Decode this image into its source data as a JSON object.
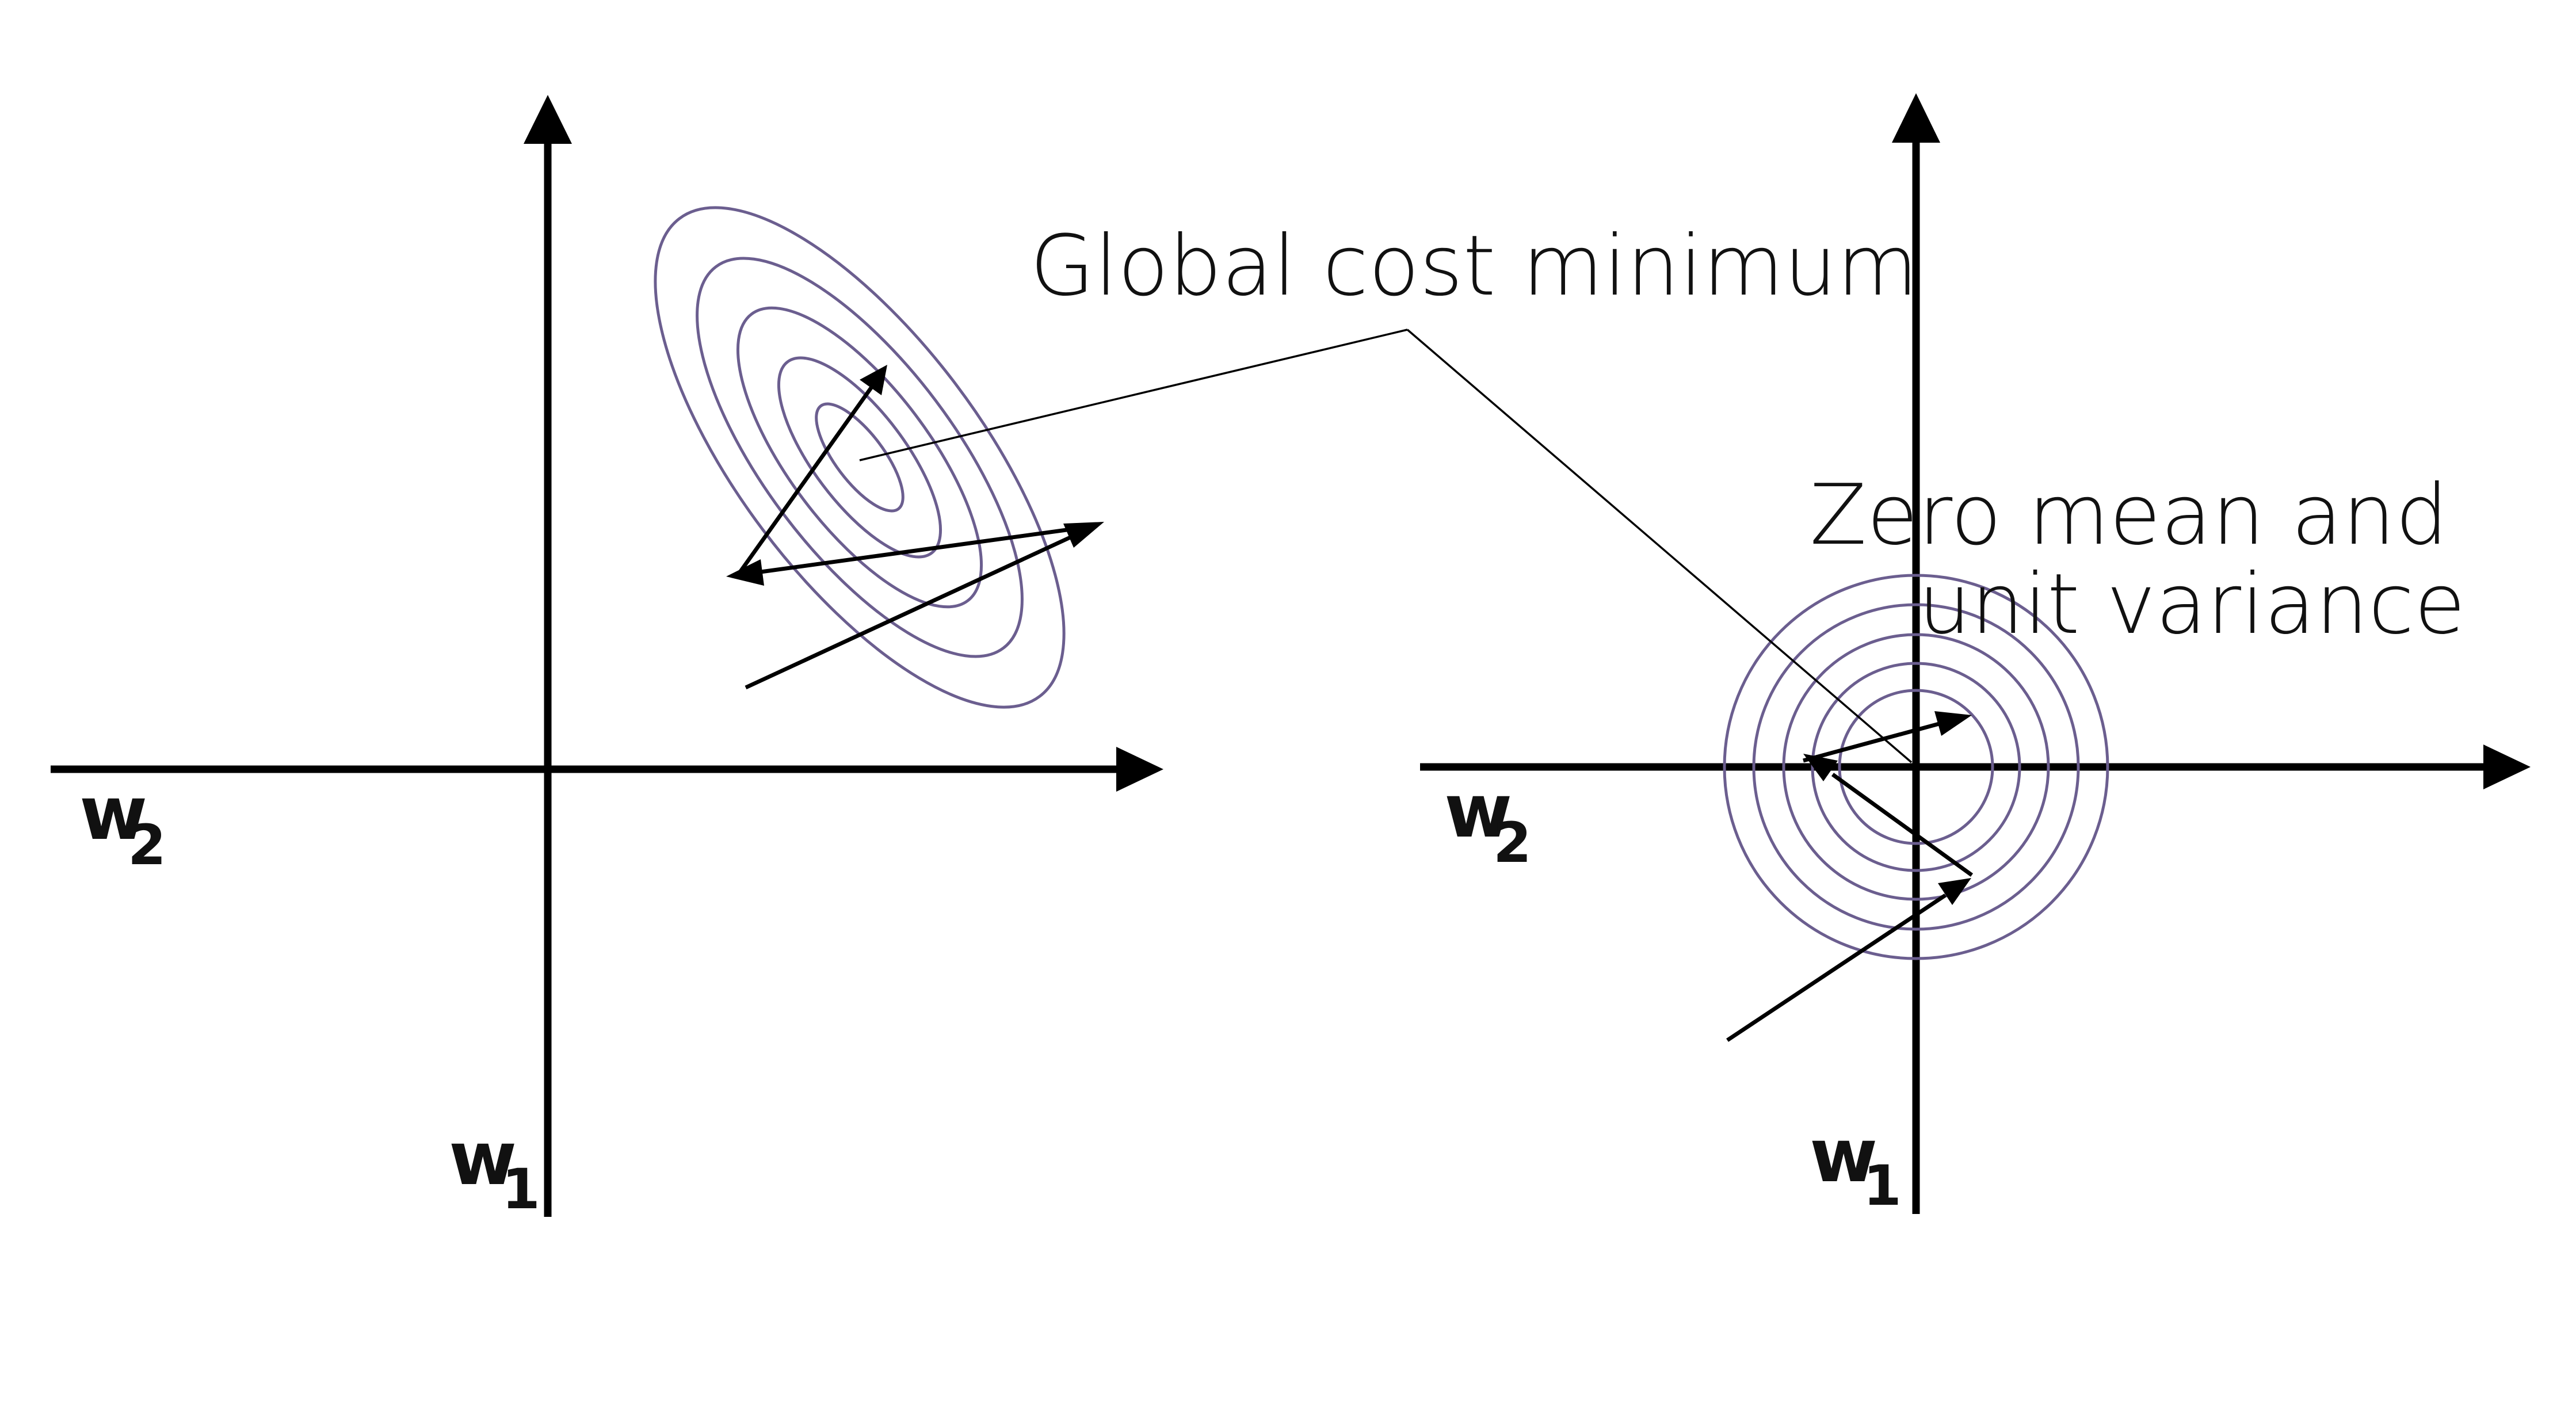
{
  "annotations": {
    "global_min": "Global cost minimum",
    "zero_mean_line1": "Zero mean and",
    "zero_mean_line2": "unit variance"
  },
  "left_panel": {
    "x_axis_label": "w",
    "x_axis_sub": "2",
    "y_axis_label": "w",
    "y_axis_sub": "1"
  },
  "right_panel": {
    "x_axis_label": "w",
    "x_axis_sub": "2",
    "y_axis_label": "w",
    "y_axis_sub": "1"
  },
  "colors": {
    "contour": "#6b5e8f",
    "axis": "#000000",
    "background": "#ffffff"
  }
}
